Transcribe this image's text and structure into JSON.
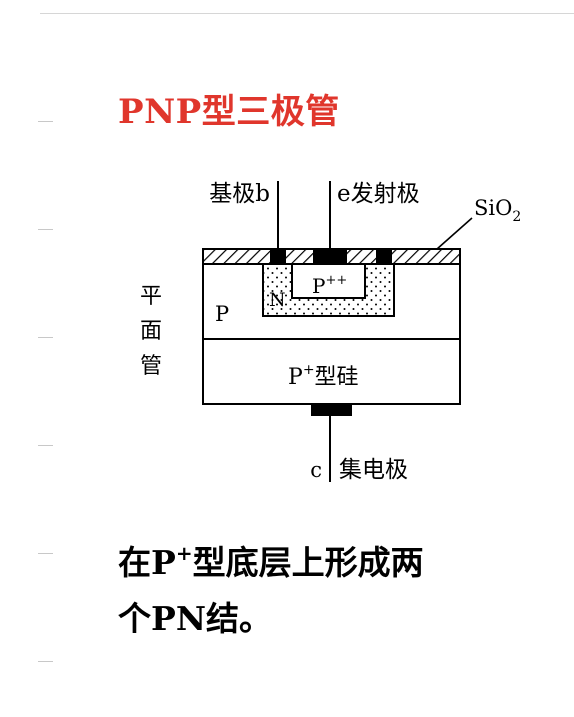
{
  "title": "PNP型三极管",
  "diagram": {
    "side_label": [
      "平",
      "面",
      "管"
    ],
    "base_label": "基极b",
    "emitter_label": "e发射极",
    "oxide_label": "SiO",
    "oxide_subscript": "2",
    "emitter_region": "P",
    "emitter_region_sup": "++",
    "base_region": "N",
    "collector_region": "P",
    "substrate_label": "P",
    "substrate_sup": "+",
    "substrate_suffix": "型硅",
    "collector_label_letter": "c",
    "collector_label_text": "集电极"
  },
  "caption": {
    "prefix": "在P",
    "superscript": "+",
    "line1_rest": "型底层上形成两",
    "line2": "个PN结。"
  }
}
